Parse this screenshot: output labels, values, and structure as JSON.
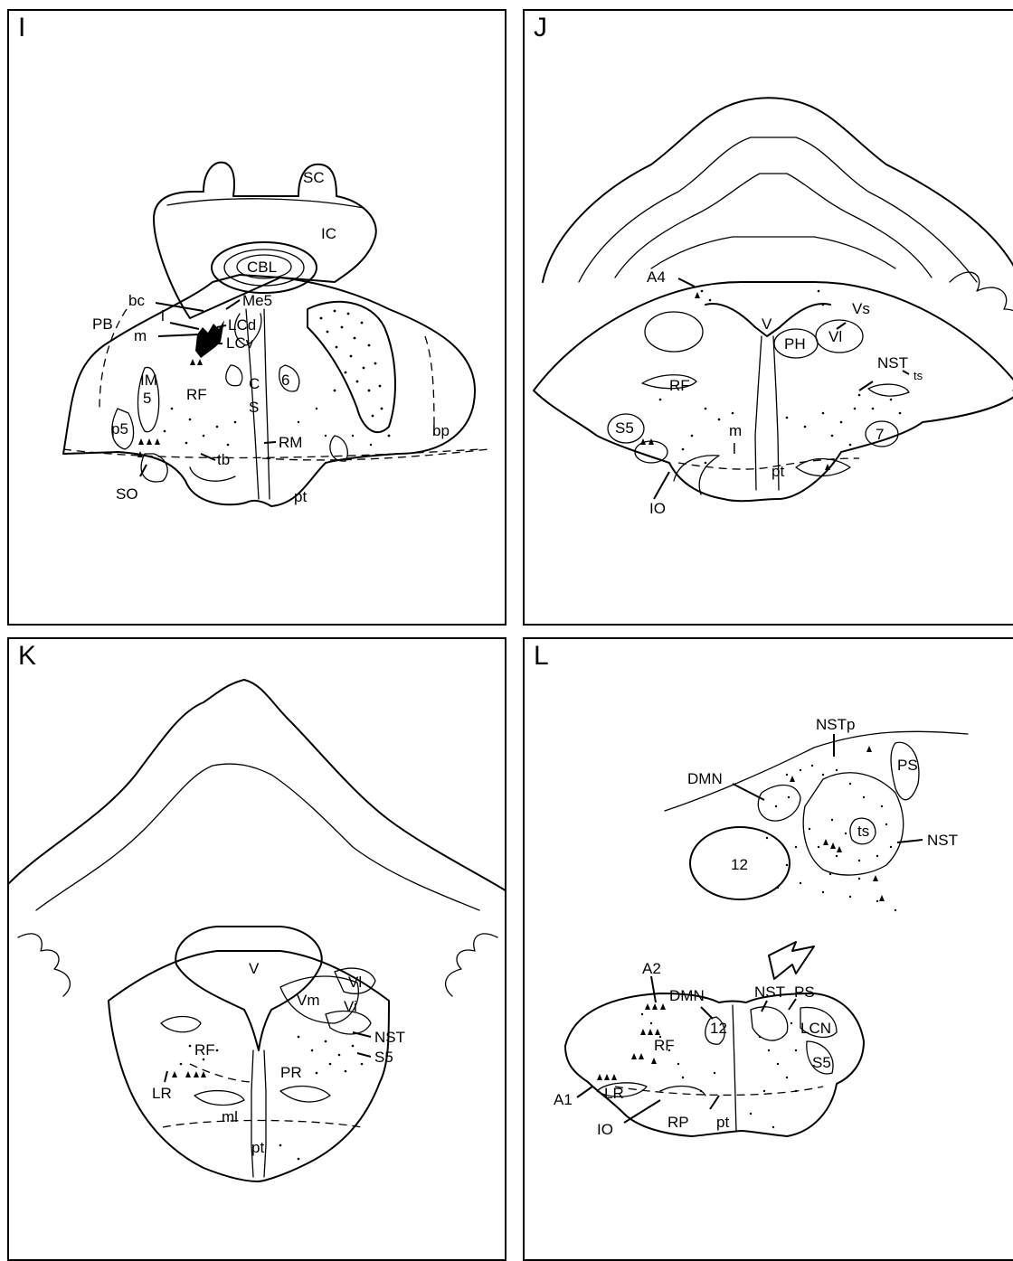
{
  "panels": [
    {
      "id": "I",
      "labels": {
        "SC": "SC",
        "IC": "IC",
        "CBL": "CBL",
        "bc": "bc",
        "Me5": "Me5",
        "PB": "PB",
        "l": "l",
        "m": "m",
        "LCd": "LCd",
        "LCv": "LCv",
        "IM": "IM",
        "five": "5",
        "RF": "RF",
        "C": "C",
        "S": "S",
        "six": "6",
        "p5": "p5",
        "RM": "RM",
        "bp": "bp",
        "tb": "tb",
        "SO": "SO",
        "pt": "pt"
      }
    },
    {
      "id": "J",
      "labels": {
        "A4": "A4",
        "Vs": "Vs",
        "V": "V",
        "PH": "PH",
        "Vl": "Vl",
        "NST": "NST",
        "ts": "ts",
        "RF": "RF",
        "S5": "S5",
        "seven": "7",
        "m": "m",
        "l": "l",
        "pt": "pt",
        "IO": "IO"
      }
    },
    {
      "id": "K",
      "labels": {
        "V": "V",
        "Vl": "Vl",
        "Vm": "Vm",
        "Vi": "Vi",
        "NST": "NST",
        "S5": "S5",
        "RF": "RF",
        "LR": "LR",
        "PR": "PR",
        "ml": "ml",
        "pt": "pt"
      }
    },
    {
      "id": "L",
      "labels": {
        "NSTp": "NSTp",
        "DMN": "DMN",
        "PS": "PS",
        "ts": "ts",
        "twelve": "12",
        "NST": "NST",
        "A2": "A2",
        "DMN2": "DMN",
        "NST2": "NST",
        "PS2": "PS",
        "LCN": "LCN",
        "S5": "S5",
        "RF": "RF",
        "A1": "A1",
        "LR": "LR",
        "IO": "IO",
        "RP": "RP",
        "pt": "pt",
        "twelve2": "12"
      }
    }
  ]
}
